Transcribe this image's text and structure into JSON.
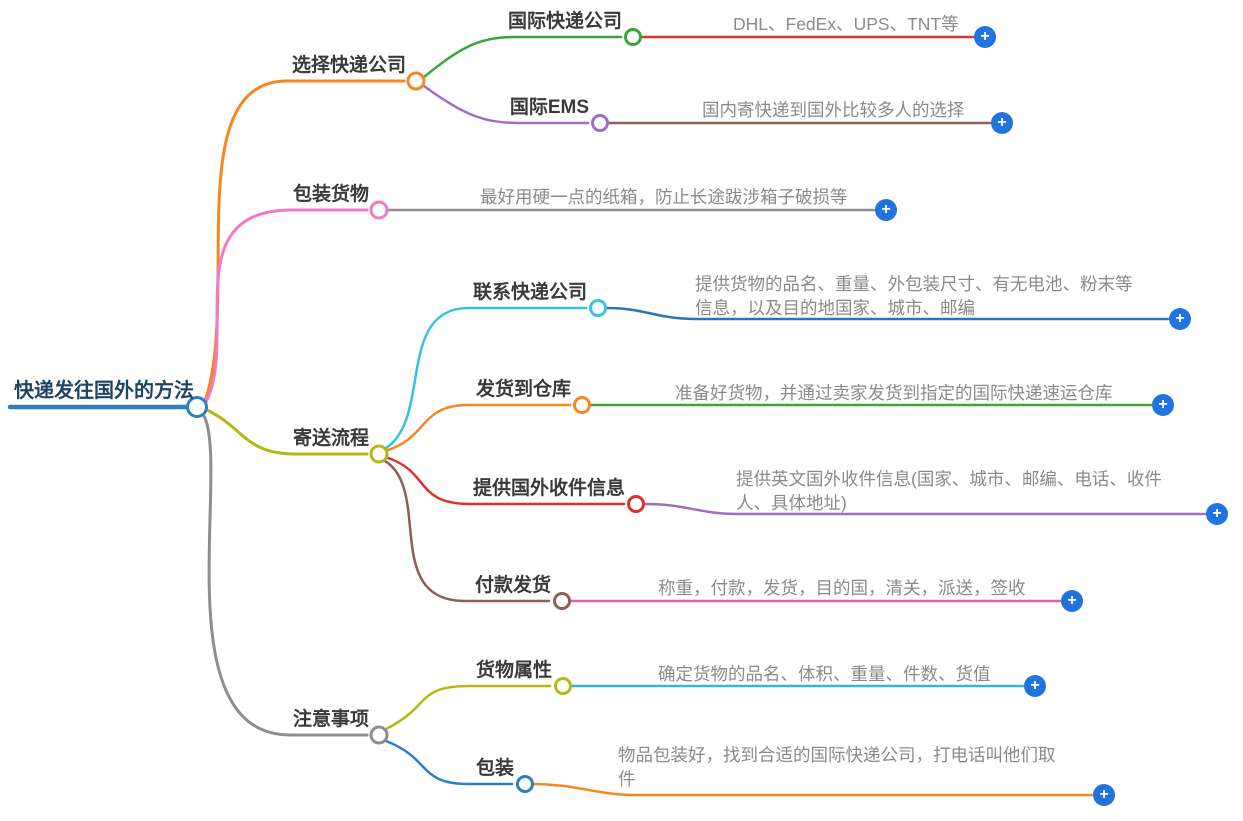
{
  "title": "快递发往国外的方法",
  "icons": {
    "plus": "+"
  },
  "colors": {
    "root_text": "#1f4565",
    "root_line": "#2e7fc1",
    "branch_orange": "#f6871f",
    "branch_pink": "#f07ac8",
    "branch_olive": "#b2b816",
    "branch_gray": "#8e8e8e",
    "node_green": "#3aa33a",
    "node_purple": "#9b6fc8",
    "node_cyan": "#35c3de",
    "node_red": "#e02f2f",
    "node_brown": "#8e6055",
    "node_blue": "#2e7fc1",
    "leaf_red": "#e03131",
    "leaf_brown": "#8e6055",
    "leaf_gray": "#8e8e8e",
    "leaf_blue": "#2a74b8",
    "leaf_green": "#43a336",
    "leaf_purple": "#9b6fc8",
    "leaf_pink": "#e95aaa",
    "leaf_cyan": "#2fb9d4",
    "leaf_orange": "#f6871f",
    "plus_bg": "#2173dd",
    "heading_text": "#3a3a3a",
    "leaf_text": "#8a8a8a"
  },
  "branches": [
    {
      "label": "选择快递公司",
      "children": [
        {
          "label": "国际快递公司",
          "leaf_lines": [
            "DHL、FedEx、UPS、TNT等"
          ]
        },
        {
          "label": "国际EMS",
          "leaf_lines": [
            "国内寄快递到国外比较多人的选择"
          ]
        }
      ]
    },
    {
      "label": "包装货物",
      "leaf_lines": [
        "最好用硬一点的纸箱，防止长途跋涉箱子破损等"
      ]
    },
    {
      "label": "寄送流程",
      "children": [
        {
          "label": "联系快递公司",
          "leaf_lines": [
            "提供货物的品名、重量、外包装尺寸、有无电池、粉末等",
            "信息，以及目的地国家、城市、邮编"
          ]
        },
        {
          "label": "发货到仓库",
          "leaf_lines": [
            "准备好货物，并通过卖家发货到指定的国际快递速运仓库"
          ]
        },
        {
          "label": "提供国外收件信息",
          "leaf_lines": [
            "提供英文国外收件信息(国家、城市、邮编、电话、收件",
            "人、具体地址)"
          ]
        },
        {
          "label": "付款发货",
          "leaf_lines": [
            "称重，付款，发货，目的国，清关，派送，签收"
          ]
        }
      ]
    },
    {
      "label": "注意事项",
      "children": [
        {
          "label": "货物属性",
          "leaf_lines": [
            "确定货物的品名、体积、重量、件数、货值"
          ]
        },
        {
          "label": "包装",
          "leaf_lines": [
            "物品包装好，找到合适的国际快递公司，打电话叫他们取",
            "件"
          ]
        }
      ]
    }
  ]
}
